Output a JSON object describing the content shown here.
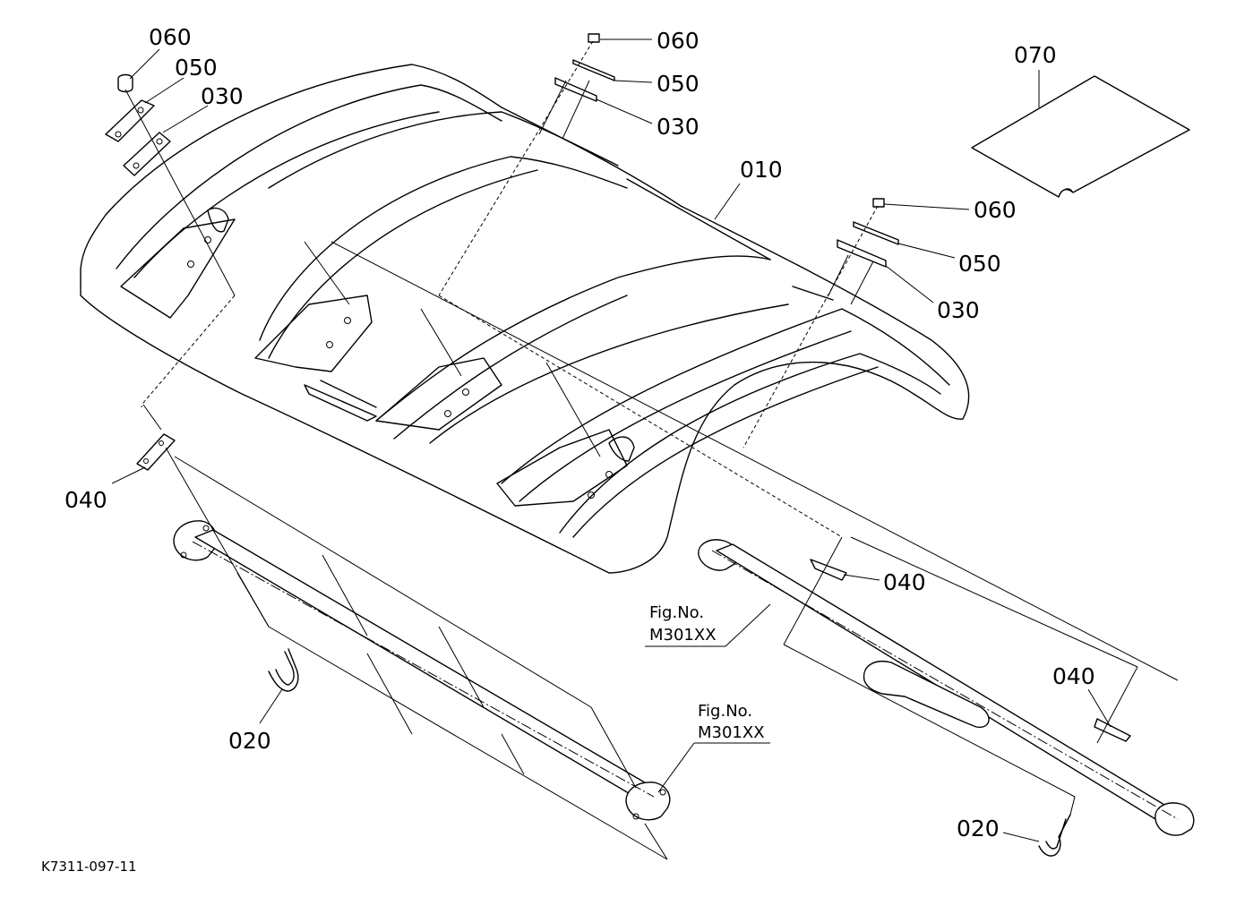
{
  "labels": {
    "p060_a": "060",
    "p050_a": "050",
    "p030_a": "030",
    "p060_b": "060",
    "p050_b": "050",
    "p030_b": "030",
    "p070": "070",
    "p010": "010",
    "p060_c": "060",
    "p050_c": "050",
    "p030_c": "030",
    "p040_a": "040",
    "p040_b": "040",
    "p040_c": "040",
    "p020_a": "020",
    "p020_b": "020"
  },
  "references": {
    "fig_a_line1": "Fig.No.",
    "fig_a_line2": "M301XX",
    "fig_b_line1": "Fig.No.",
    "fig_b_line2": "M301XX"
  },
  "footer": {
    "drawing_code": "K7311-097-11"
  }
}
